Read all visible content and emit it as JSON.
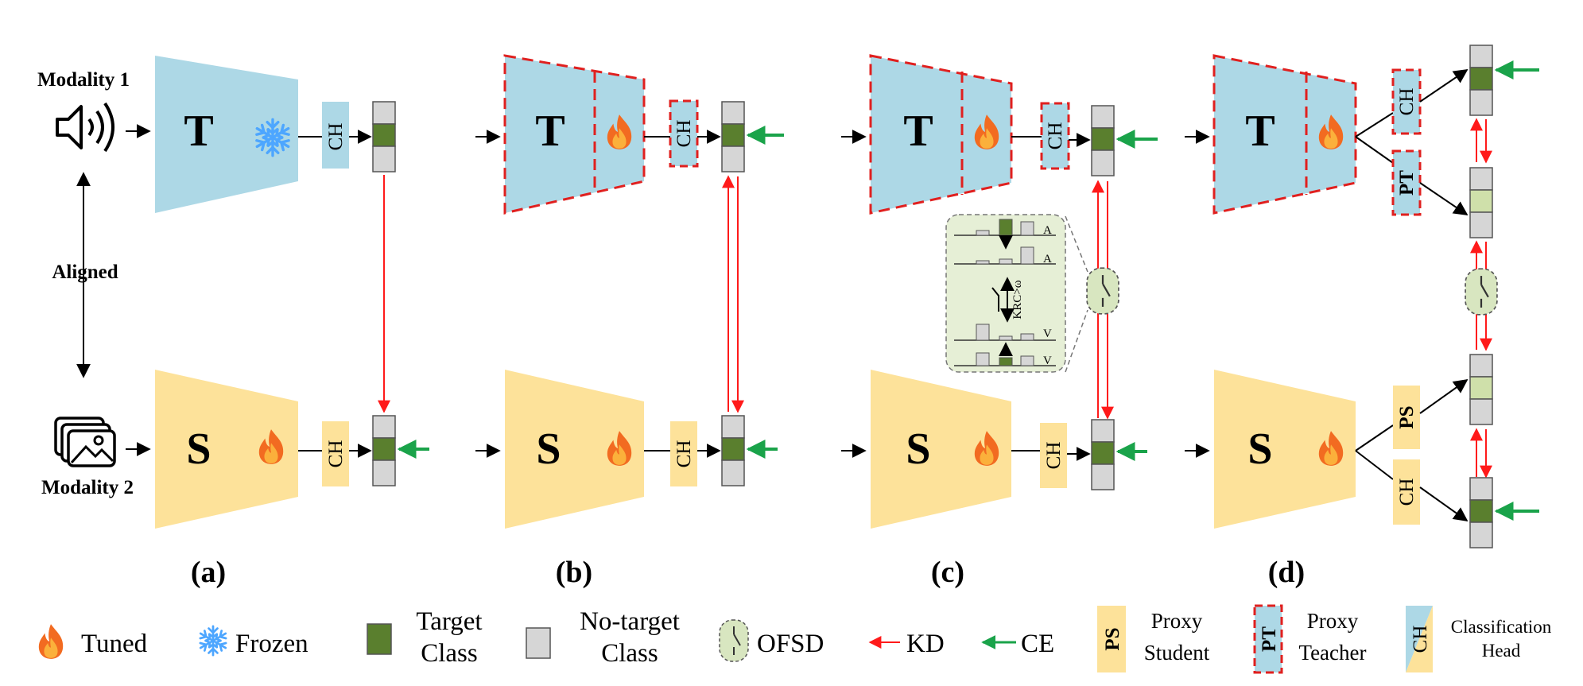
{
  "labels": {
    "modality1": "Modality 1",
    "modality2": "Modality 2",
    "aligned": "Aligned",
    "teacher": "T",
    "student": "S",
    "ch": "CH",
    "pt": "PT",
    "ps": "PS"
  },
  "captions": {
    "a": "(a)",
    "b": "(b)",
    "c": "(c)",
    "d": "(d)"
  },
  "inset": {
    "row_label_a": "A",
    "row_label_v": "V",
    "krc_label": "KRC>ω"
  },
  "legend": {
    "tuned": "Tuned",
    "frozen": "Frozen",
    "target_line1": "Target",
    "target_line2": "Class",
    "notarget_line1": "No-target",
    "notarget_line2": "Class",
    "ofsd": "OFSD",
    "kd": "KD",
    "ce": "CE",
    "ps_box": "PS",
    "ps_line1": "Proxy",
    "ps_line2": "Student",
    "pt_box": "PT",
    "pt_line1": "Proxy",
    "pt_line2": "Teacher",
    "ch_box": "CH",
    "ch_line1": "Classification",
    "ch_line2": "Head"
  },
  "colors": {
    "teacher_fill": "#add8e6",
    "student_fill": "#fde29a",
    "target_class": "#5a7f2e",
    "soft_target": "#cfe0aa",
    "no_target": "#d6d6d6",
    "kd_arrow": "#ff1a1a",
    "ce_arrow": "#1aa34a",
    "proxy_border": "#e0201f",
    "ofsd_fill": "#d8e6c0",
    "inset_fill": "#e6efd6",
    "snowflake": "#4da6ff"
  },
  "icons": [
    "speaker-icon",
    "images-icon",
    "fire-icon",
    "snowflake-icon",
    "ofsd-switch-icon"
  ]
}
